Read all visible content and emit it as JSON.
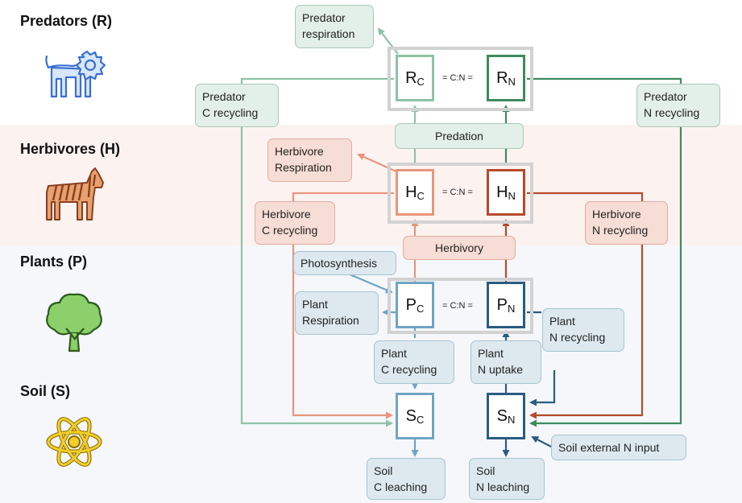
{
  "tiers": {
    "predators": "Predators (R)",
    "herbivores": "Herbivores (H)",
    "plants": "Plants (P)",
    "soil": "Soil (S)"
  },
  "nodes": {
    "rc": {
      "base": "R",
      "sub": "C"
    },
    "rn": {
      "base": "R",
      "sub": "N"
    },
    "hc": {
      "base": "H",
      "sub": "C"
    },
    "hn": {
      "base": "H",
      "sub": "N"
    },
    "pc": {
      "base": "P",
      "sub": "C"
    },
    "pn": {
      "base": "P",
      "sub": "N"
    },
    "sc": {
      "base": "S",
      "sub": "C"
    },
    "sn": {
      "base": "S",
      "sub": "N"
    }
  },
  "ratio_label": "= C:N =",
  "labels": {
    "predator_respiration": [
      "Predator",
      "respiration"
    ],
    "predator_c_recycling": [
      "Predator",
      "C recycling"
    ],
    "predator_n_recycling": [
      "Predator",
      "N recycling"
    ],
    "predation": "Predation",
    "herbivore_respiration": [
      "Herbivore",
      "Respiration"
    ],
    "herbivore_c_recycling": [
      "Herbivore",
      "C recycling"
    ],
    "herbivore_n_recycling": [
      "Herbivore",
      "N recycling"
    ],
    "herbivory": "Herbivory",
    "photosynthesis": "Photosynthesis",
    "plant_respiration": [
      "Plant",
      "Respiration"
    ],
    "plant_c_recycling": [
      "Plant",
      "C recycling"
    ],
    "plant_n_uptake": [
      "Plant",
      "N uptake"
    ],
    "plant_n_recycling": [
      "Plant",
      "N recycling"
    ],
    "soil_external_n_input": "Soil external N input",
    "soil_c_leaching": [
      "Soil",
      "C leaching"
    ],
    "soil_n_leaching": [
      "Soil",
      "N leaching"
    ]
  },
  "colors": {
    "predator_light": "#8fc2a8",
    "predator_dark": "#3f8a5f",
    "herbivore_light": "#e8957c",
    "herbivore_dark": "#b64a2c",
    "plant_light": "#6fa5c4",
    "plant_dark": "#2a5c80",
    "band_herbivore": "#fcf3f1",
    "band_plant": "#f5f7fb"
  },
  "icons": {
    "predators": "lion-icon",
    "herbivores": "zebra-icon",
    "plants": "tree-icon",
    "soil": "atom-icon"
  }
}
